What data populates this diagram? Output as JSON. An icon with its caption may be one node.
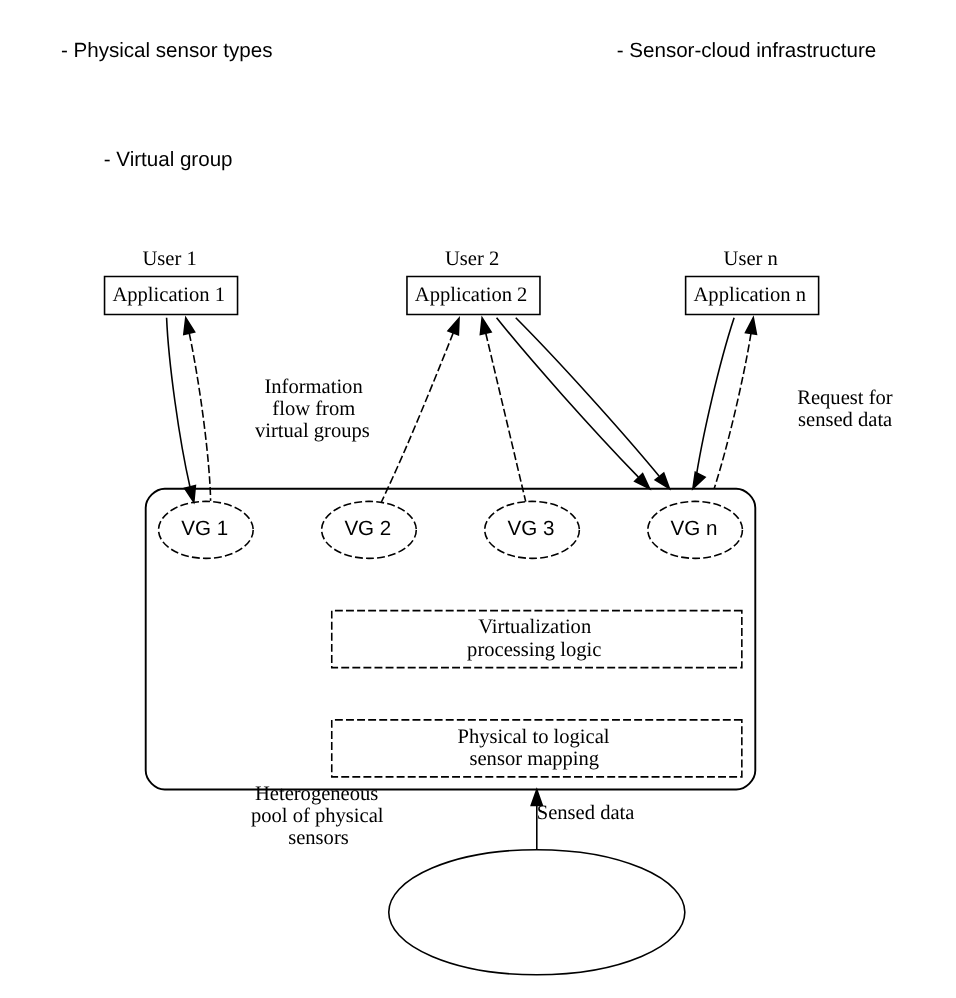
{
  "diagram": {
    "nodes": [
      {
        "text": [],
        "shape": "cloud"
      },
      {
        "text": [
          "Application 1"
        ],
        "beside": [
          "User 1"
        ]
      },
      {
        "text": [
          "Application 2"
        ],
        "beside": [
          "User 2"
        ]
      },
      {
        "text": [
          "Application n"
        ],
        "beside": [
          "User n"
        ]
      },
      {
        "text": [
          "VG 1"
        ],
        "in": 0
      },
      {
        "text": [
          "VG 2"
        ],
        "in": 0
      },
      {
        "text": [
          "VG 3"
        ],
        "in": 0
      },
      {
        "text": [
          "VG n"
        ],
        "in": 0
      },
      {
        "text": [
          "Virtualization processing logic"
        ],
        "in": 0
      },
      {
        "text": [
          "Physical to logical sensor mapping"
        ],
        "in": 0
      },
      {
        "text": [],
        "shape": "ellipse",
        "beside": [
          "Heterogeneous pool of physical sensors"
        ]
      }
    ],
    "edges": [
      {
        "from": 1,
        "to": 4,
        "arrow": "to"
      },
      {
        "from": 4,
        "to": 1,
        "arrow": "to",
        "style": "dashed"
      },
      {
        "from": 2,
        "to": 0,
        "arrow": "to"
      },
      {
        "from": 5,
        "to": 2,
        "arrow": "to",
        "style": "dashed"
      },
      {
        "from": 2,
        "to": 0,
        "arrow": "to"
      },
      {
        "from": 6,
        "to": 2,
        "arrow": "to",
        "style": "dashed"
      },
      {
        "from": 3,
        "to": 0,
        "arrow": "to"
      },
      {
        "from": 0,
        "to": 3,
        "arrow": "to",
        "style": "dashed"
      },
      {
        "from": 10,
        "to": 0,
        "arrow": "to",
        "label": "Sensed data"
      }
    ],
    "labels": [
      "Information flow from virtual groups",
      "Request for sensed data"
    ],
    "legend": [
      {
        "text": "- Physical sensor types"
      },
      {
        "text": "- Virtual group"
      },
      {
        "text": "- Sensor-cloud infrastructure"
      }
    ]
  }
}
